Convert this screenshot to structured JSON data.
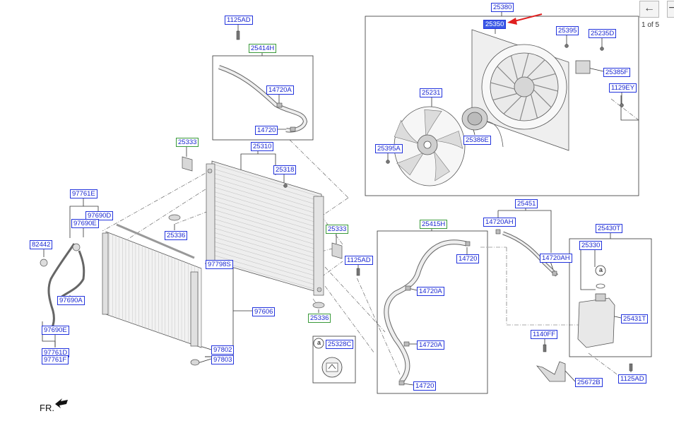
{
  "nav": {
    "back_glyph": "←",
    "next_glyph": "−",
    "pager": "1 of 5"
  },
  "orientation": {
    "label": "FR."
  },
  "callout": {
    "letter": "a"
  },
  "labels": [
    {
      "id": "1125AD-top",
      "text": "1125AD",
      "kind": "part"
    },
    {
      "id": "25414H",
      "text": "25414H",
      "kind": "group"
    },
    {
      "id": "14720A-top",
      "text": "14720A",
      "kind": "part"
    },
    {
      "id": "14720-top",
      "text": "14720",
      "kind": "part"
    },
    {
      "id": "25333-left",
      "text": "25333",
      "kind": "group"
    },
    {
      "id": "25310",
      "text": "25310",
      "kind": "part"
    },
    {
      "id": "25318",
      "text": "25318",
      "kind": "part"
    },
    {
      "id": "25380",
      "text": "25380",
      "kind": "part"
    },
    {
      "id": "25350",
      "text": "25350",
      "kind": "selected"
    },
    {
      "id": "25395",
      "text": "25395",
      "kind": "part"
    },
    {
      "id": "25235D",
      "text": "25235D",
      "kind": "part"
    },
    {
      "id": "25385F",
      "text": "25385F",
      "kind": "part"
    },
    {
      "id": "1129EY",
      "text": "1129EY",
      "kind": "part"
    },
    {
      "id": "25231",
      "text": "25231",
      "kind": "part"
    },
    {
      "id": "25386E",
      "text": "25386E",
      "kind": "part"
    },
    {
      "id": "25395A",
      "text": "25395A",
      "kind": "part"
    },
    {
      "id": "97761E",
      "text": "97761E",
      "kind": "part"
    },
    {
      "id": "97690D",
      "text": "97690D",
      "kind": "part"
    },
    {
      "id": "97690E-top",
      "text": "97690E",
      "kind": "part"
    },
    {
      "id": "25336-left",
      "text": "25336",
      "kind": "part"
    },
    {
      "id": "82442",
      "text": "82442",
      "kind": "part"
    },
    {
      "id": "97798S",
      "text": "97798S",
      "kind": "part"
    },
    {
      "id": "97690A",
      "text": "97690A",
      "kind": "part"
    },
    {
      "id": "97606",
      "text": "97606",
      "kind": "part"
    },
    {
      "id": "97690E-bot",
      "text": "97690E",
      "kind": "part"
    },
    {
      "id": "97802",
      "text": "97802",
      "kind": "part"
    },
    {
      "id": "97803",
      "text": "97803",
      "kind": "part"
    },
    {
      "id": "97761D",
      "text": "97761D",
      "kind": "part"
    },
    {
      "id": "97761F",
      "text": "97761F",
      "kind": "part"
    },
    {
      "id": "25333-right",
      "text": "25333",
      "kind": "group"
    },
    {
      "id": "1125AD-mid",
      "text": "1125AD",
      "kind": "part"
    },
    {
      "id": "25336-right",
      "text": "25336",
      "kind": "group"
    },
    {
      "id": "25328C",
      "text": "25328C",
      "kind": "part"
    },
    {
      "id": "25415H",
      "text": "25415H",
      "kind": "group"
    },
    {
      "id": "14720-mid",
      "text": "14720",
      "kind": "part"
    },
    {
      "id": "14720A-mid1",
      "text": "14720A",
      "kind": "part"
    },
    {
      "id": "14720A-mid2",
      "text": "14720A",
      "kind": "part"
    },
    {
      "id": "14720-bot",
      "text": "14720",
      "kind": "part"
    },
    {
      "id": "25451",
      "text": "25451",
      "kind": "part"
    },
    {
      "id": "14720AH",
      "text": "14720AH",
      "kind": "part"
    },
    {
      "id": "14720AH-2",
      "text": "14720AH",
      "kind": "part"
    },
    {
      "id": "25430T",
      "text": "25430T",
      "kind": "part"
    },
    {
      "id": "25330",
      "text": "25330",
      "kind": "part"
    },
    {
      "id": "25431T",
      "text": "25431T",
      "kind": "part"
    },
    {
      "id": "1140FF",
      "text": "1140FF",
      "kind": "part"
    },
    {
      "id": "25672B",
      "text": "25672B",
      "kind": "part"
    },
    {
      "id": "1125AD-bot",
      "text": "1125AD",
      "kind": "part"
    }
  ]
}
